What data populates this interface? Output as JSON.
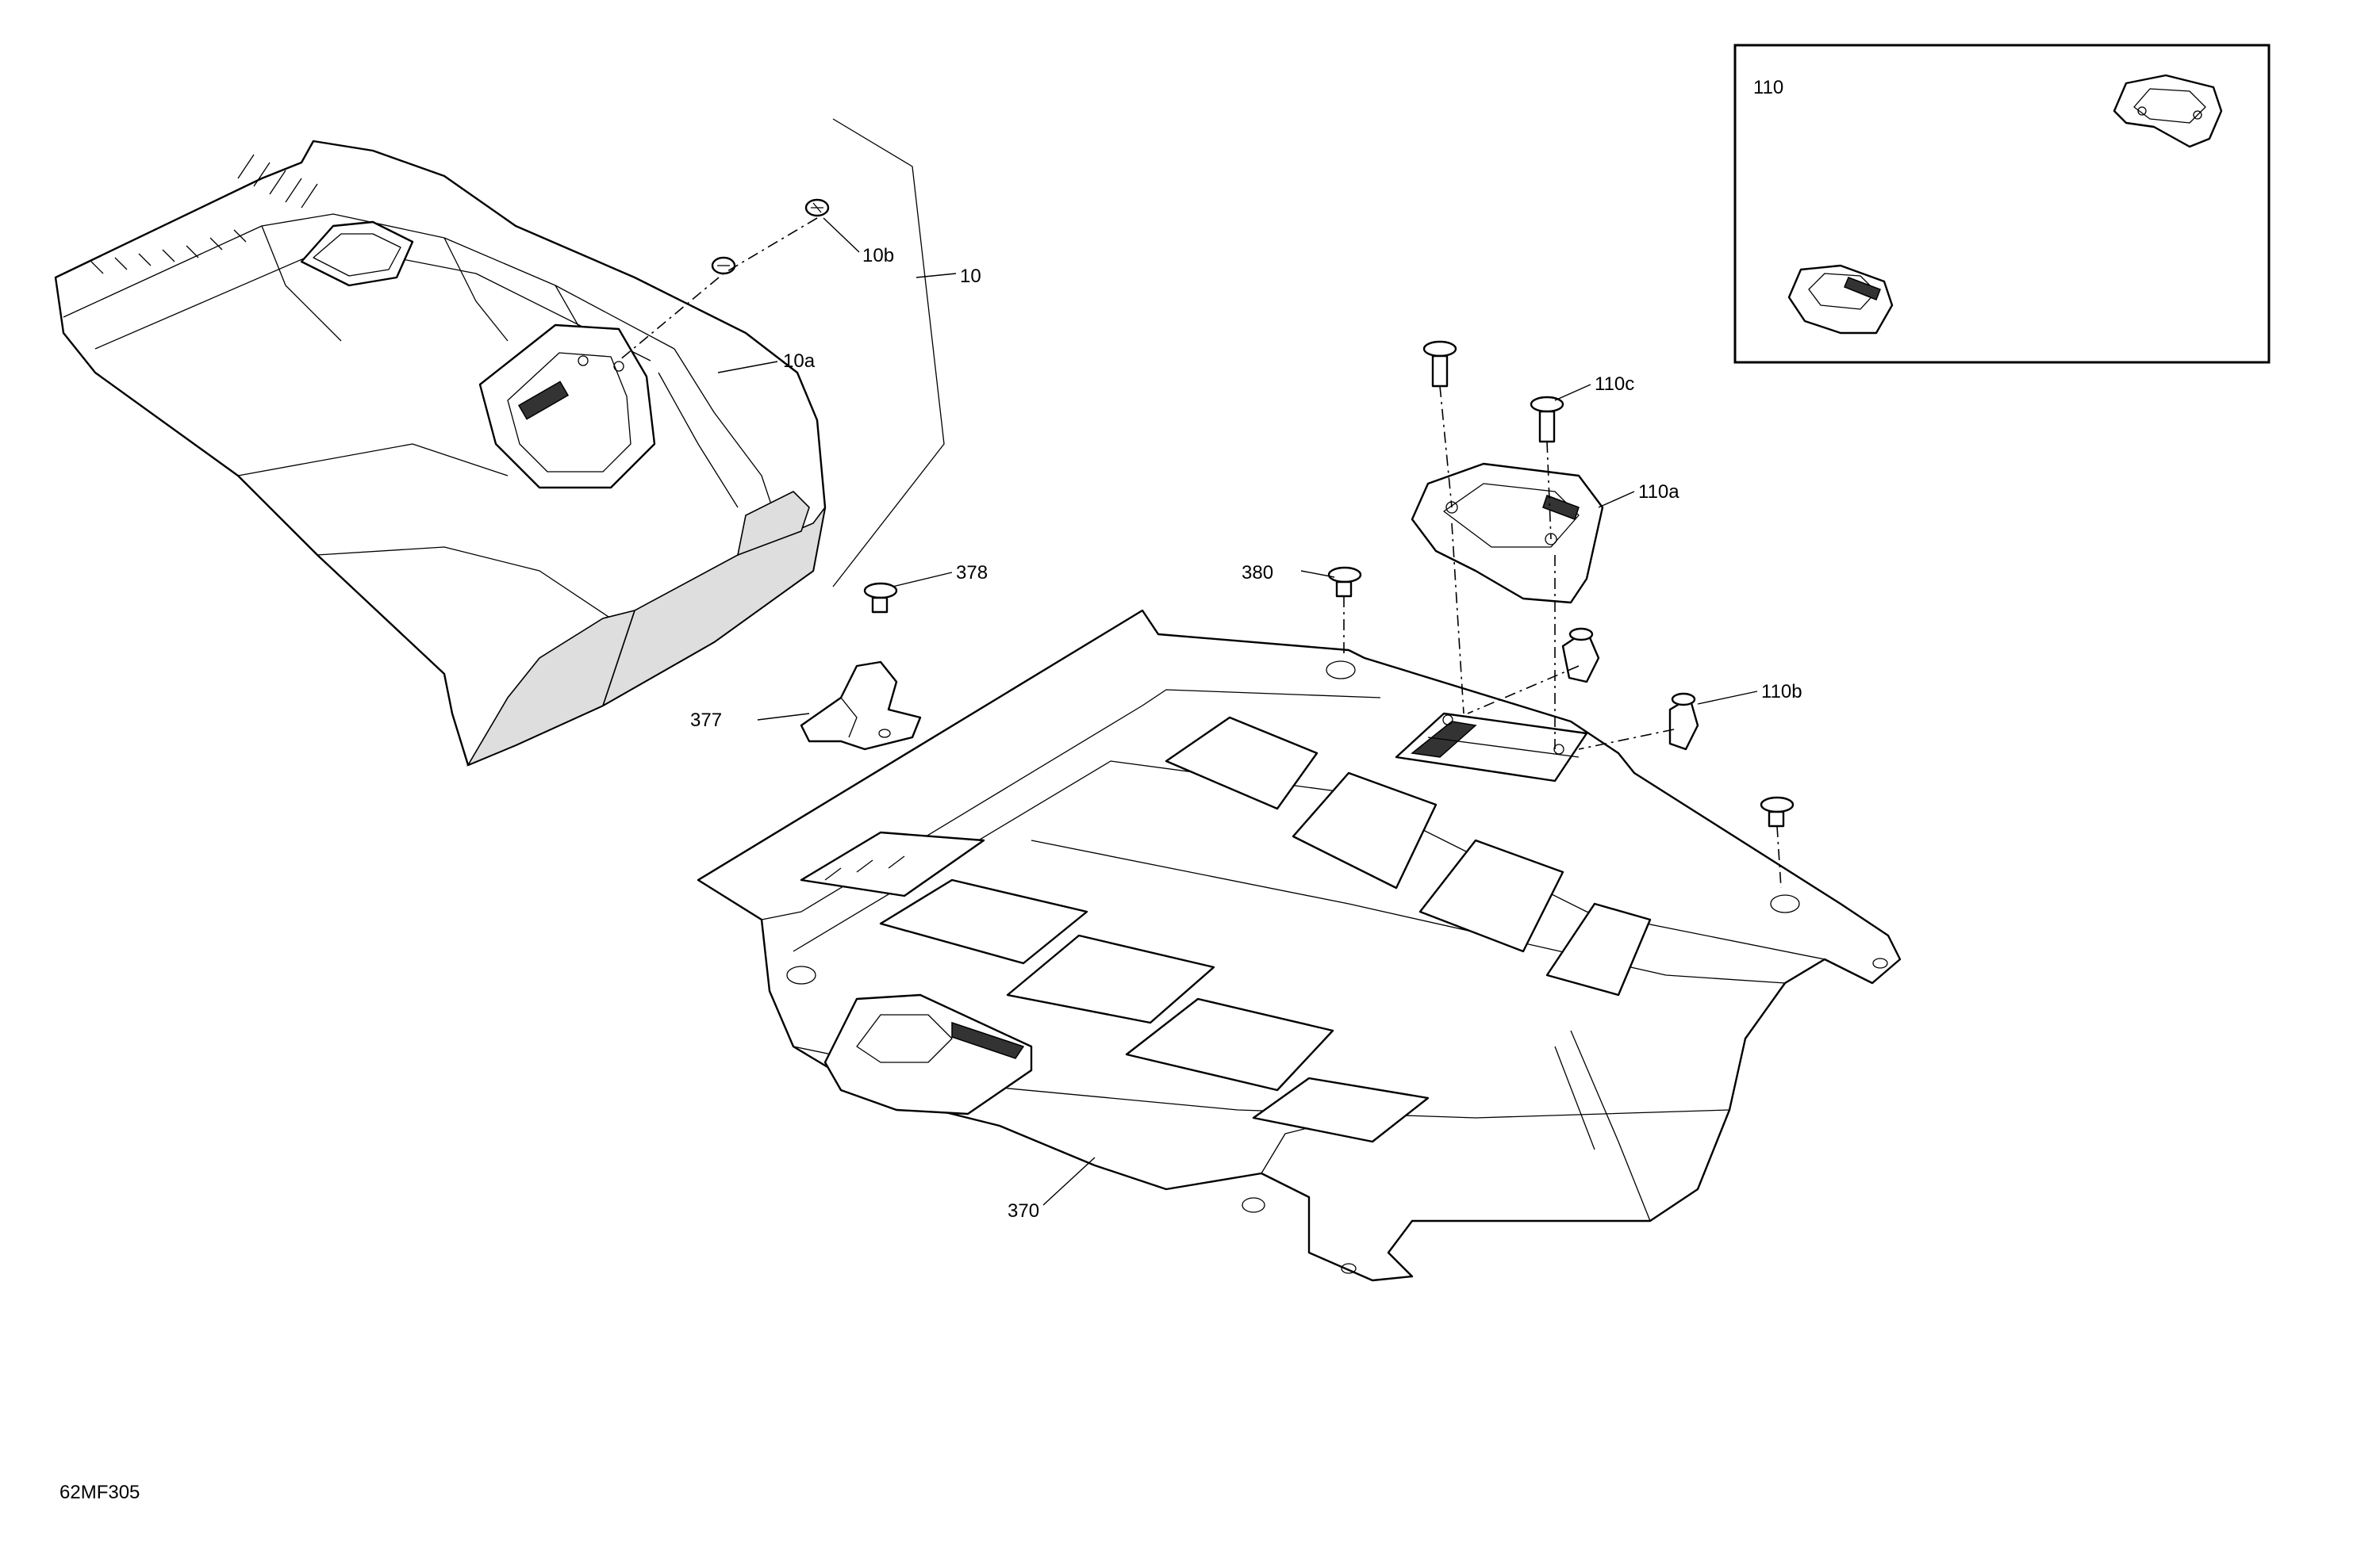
{
  "callouts": {
    "c10": "10",
    "c10a": "10a",
    "c10b": "10b",
    "c110": "110",
    "c110a": "110a",
    "c110b": "110b",
    "c110c": "110c",
    "c370": "370",
    "c377": "377",
    "c378": "378",
    "c380": "380"
  },
  "figure_code": "62MF305",
  "colors": {
    "line": "#000000",
    "shade": "#dedede",
    "background": "#ffffff"
  }
}
